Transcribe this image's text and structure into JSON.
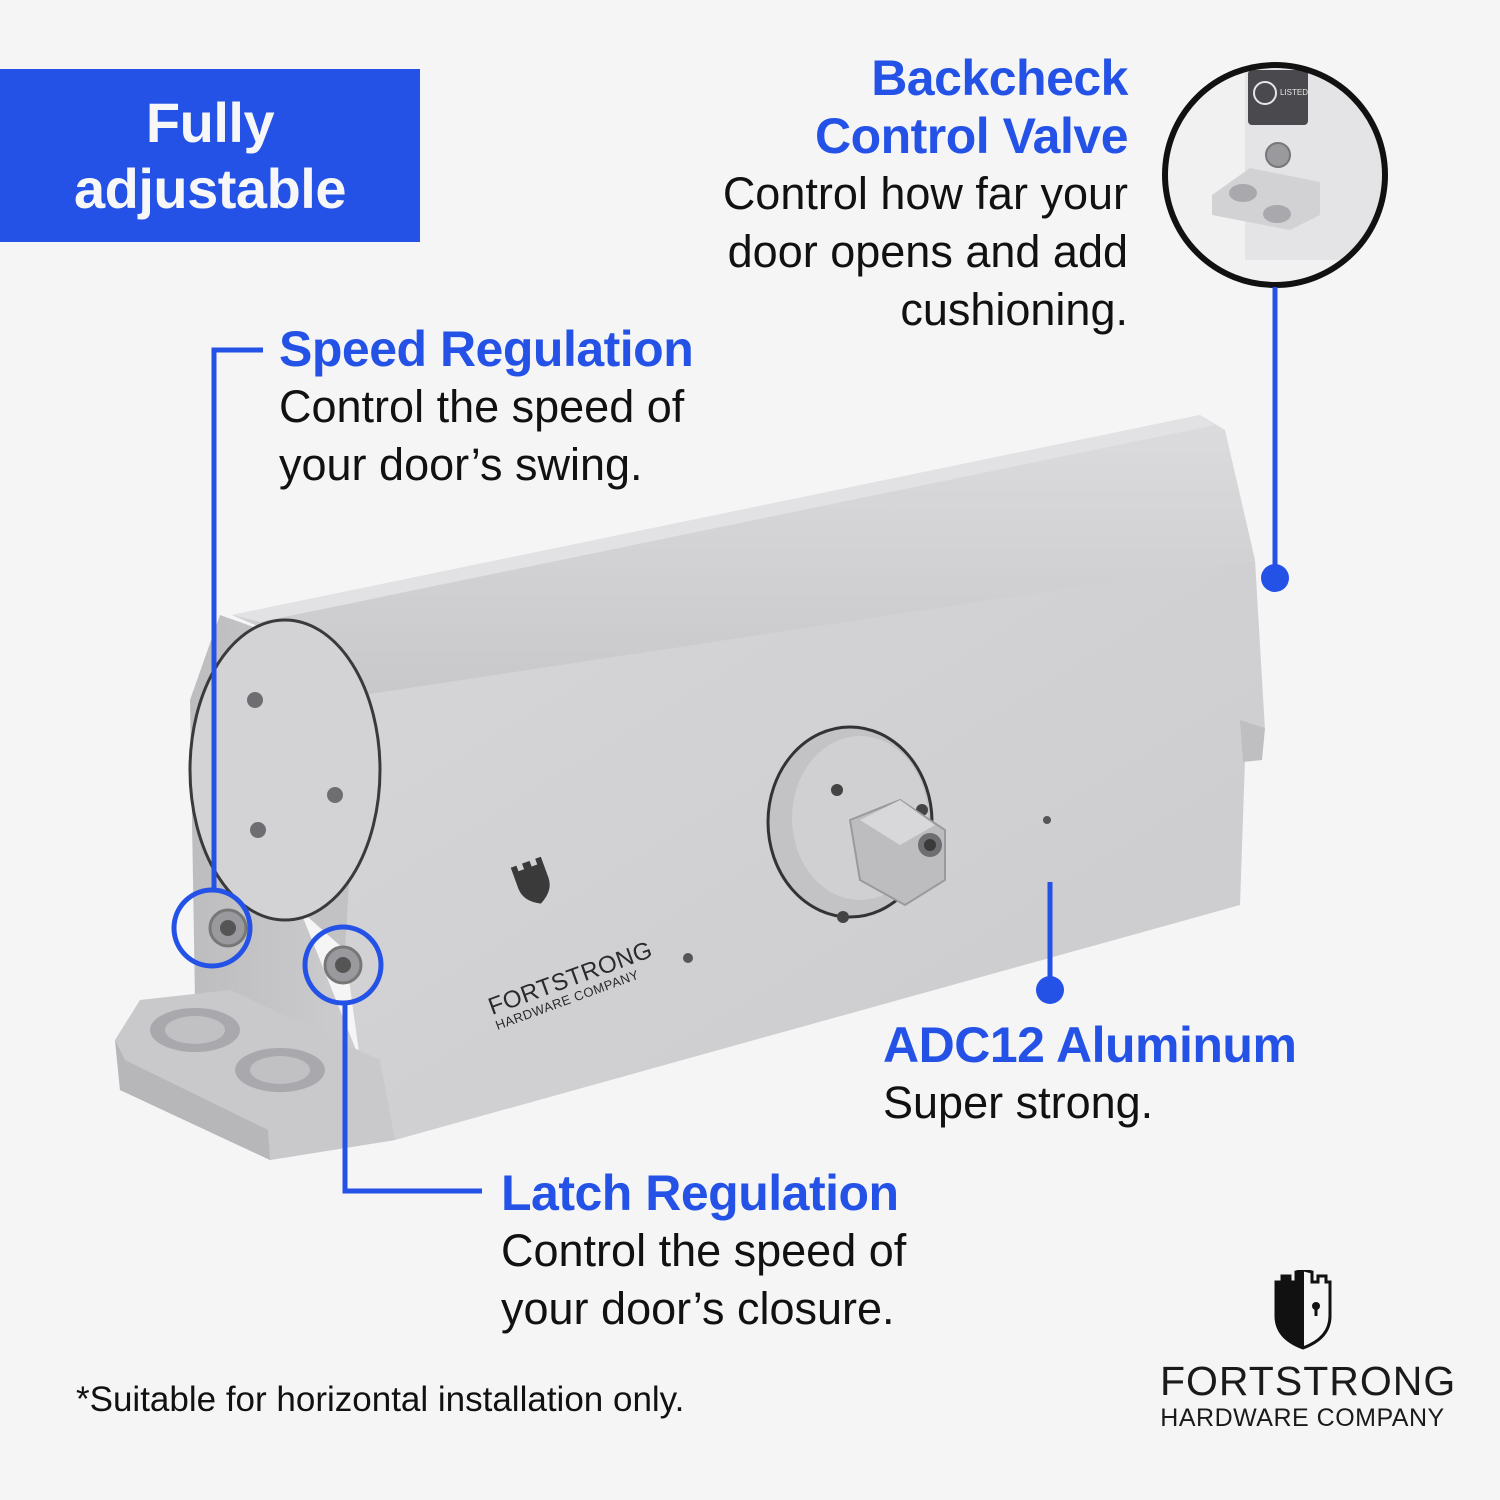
{
  "badge": {
    "line1": "Fully",
    "line2": "adjustable"
  },
  "callouts": {
    "backcheck": {
      "title_line1": "Backcheck",
      "title_line2": "Control Valve",
      "desc_line1": "Control how far your",
      "desc_line2": "door opens and add",
      "desc_line3": "cushioning."
    },
    "speed": {
      "title": "Speed Regulation",
      "desc_line1": "Control the speed of",
      "desc_line2": "your door’s swing."
    },
    "material": {
      "title": "ADC12 Aluminum",
      "desc": "Super strong."
    },
    "latch": {
      "title": "Latch Regulation",
      "desc_line1": "Control the speed of",
      "desc_line2": "your door’s closure."
    }
  },
  "product": {
    "engraved_brand": "FORTSTRONG",
    "engraved_sub": "HARDWARE COMPANY",
    "inset_label": "LISTED"
  },
  "footnote": "*Suitable for horizontal installation only.",
  "brand": {
    "name": "FORTSTRONG",
    "subtitle": "HARDWARE COMPANY",
    "logo_icon": "shield-tower-keyhole-icon"
  },
  "colors": {
    "accent": "#2452e6",
    "background": "#f5f5f5",
    "text": "#111111",
    "metal": "#d4d4d6"
  }
}
